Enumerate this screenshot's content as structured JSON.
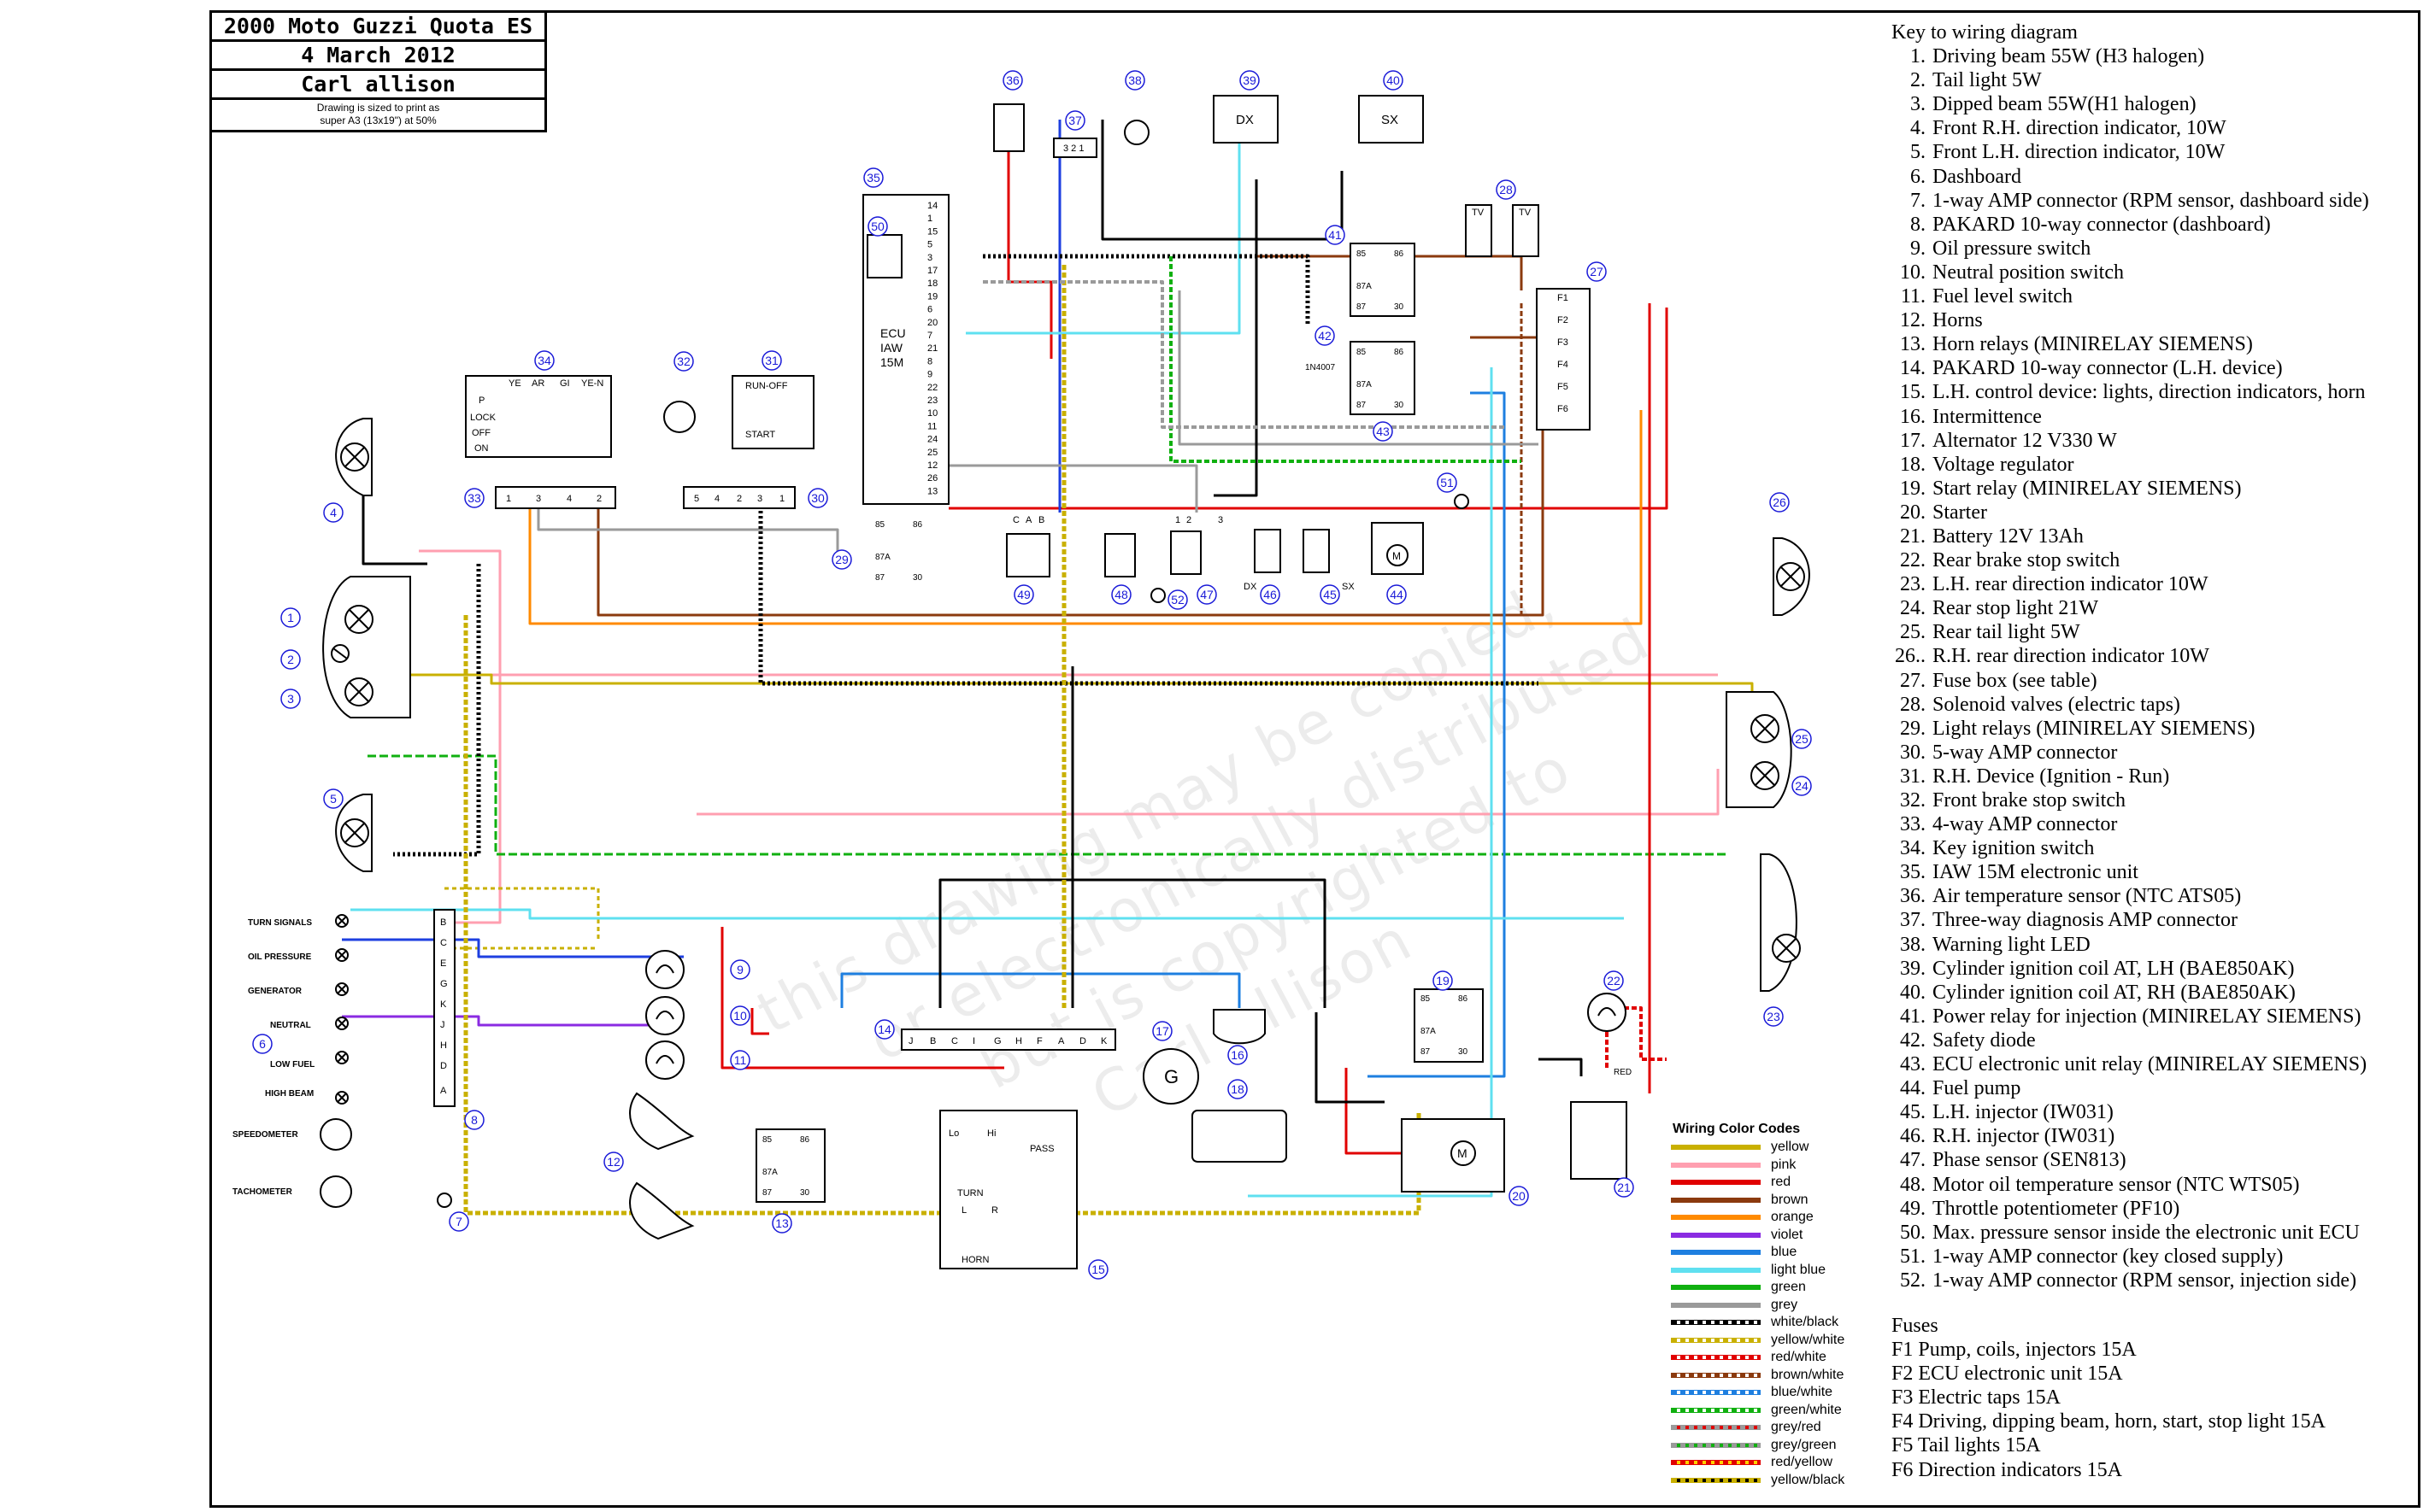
{
  "title_block": {
    "title": "2000 Moto Guzzi Quota ES",
    "date": "4 March 2012",
    "author": "Carl allison",
    "print_note_line1": "Drawing is sized to print as",
    "print_note_line2": "super A3 (13x19\") at 50%"
  },
  "watermark": [
    "this drawing may be copied,",
    "or electronically distributed",
    "but is copyrighted to",
    "Carl allison"
  ],
  "key": {
    "title": "Key to wiring diagram",
    "items": [
      {
        "n": "1.",
        "text": "Driving beam 55W (H3 halogen)"
      },
      {
        "n": "2.",
        "text": "Tail light 5W"
      },
      {
        "n": "3.",
        "text": "Dipped beam 55W(H1 halogen)"
      },
      {
        "n": "4.",
        "text": "Front R.H. direction indicator, 10W"
      },
      {
        "n": "5.",
        "text": "Front L.H. direction indicator, 10W"
      },
      {
        "n": "6.",
        "text": "Dashboard"
      },
      {
        "n": "7.",
        "text": "1-way AMP connector (RPM sensor, dashboard side)"
      },
      {
        "n": "8.",
        "text": "PAKARD 10-way connector (dashboard)"
      },
      {
        "n": "9.",
        "text": "Oil pressure switch"
      },
      {
        "n": "10.",
        "text": "Neutral position switch"
      },
      {
        "n": "11.",
        "text": "Fuel level switch"
      },
      {
        "n": "12.",
        "text": "Horns"
      },
      {
        "n": "13.",
        "text": "Horn relays (MINIRELAY SIEMENS)"
      },
      {
        "n": "14.",
        "text": "PAKARD 10-way connector (L.H. device)"
      },
      {
        "n": "15.",
        "text": "L.H. control device: lights, direction indicators, horn"
      },
      {
        "n": "16.",
        "text": "Intermittence"
      },
      {
        "n": "17.",
        "text": "Alternator 12 V330 W"
      },
      {
        "n": "18.",
        "text": "Voltage regulator"
      },
      {
        "n": "19.",
        "text": "Start relay (MINIRELAY SIEMENS)"
      },
      {
        "n": "20.",
        "text": "Starter"
      },
      {
        "n": "21.",
        "text": "Battery 12V 13Ah"
      },
      {
        "n": "22.",
        "text": "Rear brake stop switch"
      },
      {
        "n": "23.",
        "text": "L.H. rear direction indicator 10W"
      },
      {
        "n": "24.",
        "text": "Rear stop light 21W"
      },
      {
        "n": "25.",
        "text": "Rear tail light 5W"
      },
      {
        "n": "26..",
        "text": "R.H. rear direction indicator 10W"
      },
      {
        "n": "27.",
        "text": "Fuse box (see table)"
      },
      {
        "n": "28.",
        "text": "Solenoid valves (electric taps)"
      },
      {
        "n": "29.",
        "text": "Light relays (MINIRELAY SIEMENS)"
      },
      {
        "n": "30.",
        "text": "5-way AMP connector"
      },
      {
        "n": "31.",
        "text": "R.H. Device (Ignition - Run)"
      },
      {
        "n": "32.",
        "text": "Front brake stop switch"
      },
      {
        "n": "33.",
        "text": "4-way AMP connector"
      },
      {
        "n": "34.",
        "text": "Key ignition switch"
      },
      {
        "n": "35.",
        "text": "IAW 15M electronic unit"
      },
      {
        "n": "36.",
        "text": "Air temperature sensor (NTC ATS05)"
      },
      {
        "n": "37.",
        "text": "Three-way diagnosis AMP connector"
      },
      {
        "n": "38.",
        "text": "Warning light LED"
      },
      {
        "n": "39.",
        "text": "Cylinder ignition coil AT, LH (BAE850AK)"
      },
      {
        "n": "40.",
        "text": "Cylinder ignition coil AT, RH (BAE850AK)"
      },
      {
        "n": "41.",
        "text": "Power relay for injection (MINIRELAY SIEMENS)"
      },
      {
        "n": "42.",
        "text": "Safety diode"
      },
      {
        "n": "43.",
        "text": "ECU electronic unit relay (MINIRELAY SIEMENS)"
      },
      {
        "n": "44.",
        "text": "Fuel pump"
      },
      {
        "n": "45.",
        "text": "L.H. injector (IW031)"
      },
      {
        "n": "46.",
        "text": "R.H. injector (IW031)"
      },
      {
        "n": "47.",
        "text": "Phase sensor (SEN813)"
      },
      {
        "n": "48.",
        "text": "Motor oil temperature sensor (NTC WTS05)"
      },
      {
        "n": "49.",
        "text": "Throttle potentiometer (PF10)"
      },
      {
        "n": "50.",
        "text": "Max. pressure sensor inside the electronic unit ECU"
      },
      {
        "n": "51.",
        "text": "1-way AMP connector (key closed supply)"
      },
      {
        "n": "52.",
        "text": "1-way AMP connector (RPM sensor, injection side)"
      }
    ],
    "fuses_title": "Fuses",
    "fuses": [
      "F1  Pump, coils, injectors 15A",
      "F2  ECU electronic unit 15A",
      "F3 Electric taps 15A",
      "F4  Driving, dipping beam, horn, start, stop light 15A",
      "F5  Tail lights 15A",
      "F6  Direction indicators 15A"
    ]
  },
  "legend": {
    "title": "Wiring  Color  Codes",
    "items": [
      {
        "name": "yellow",
        "c1": "#c9b000",
        "c2": null
      },
      {
        "name": "pink",
        "c1": "#ff9fb0",
        "c2": null
      },
      {
        "name": "red",
        "c1": "#e10000",
        "c2": null
      },
      {
        "name": "brown",
        "c1": "#8b3a0e",
        "c2": null
      },
      {
        "name": "orange",
        "c1": "#ff8a00",
        "c2": null
      },
      {
        "name": "violet",
        "c1": "#8a2be2",
        "c2": null
      },
      {
        "name": "blue",
        "c1": "#1e7fe0",
        "c2": null
      },
      {
        "name": "light blue",
        "c1": "#5fe0f0",
        "c2": null
      },
      {
        "name": "green",
        "c1": "#10b010",
        "c2": null
      },
      {
        "name": "grey",
        "c1": "#9a9a9a",
        "c2": null
      },
      {
        "name": "white/black",
        "c1": "#000000",
        "c2": "#ffffff"
      },
      {
        "name": "yellow/white",
        "c1": "#c9b000",
        "c2": "#ffffff"
      },
      {
        "name": "red/white",
        "c1": "#e10000",
        "c2": "#ffffff"
      },
      {
        "name": "brown/white",
        "c1": "#8b3a0e",
        "c2": "#ffffff"
      },
      {
        "name": "blue/white",
        "c1": "#1e7fe0",
        "c2": "#ffffff"
      },
      {
        "name": "green/white",
        "c1": "#10b010",
        "c2": "#ffffff"
      },
      {
        "name": "grey/red",
        "c1": "#9a9a9a",
        "c2": "#e10000"
      },
      {
        "name": "grey/green",
        "c1": "#9a9a9a",
        "c2": "#10b010"
      },
      {
        "name": "red/yellow",
        "c1": "#e10000",
        "c2": "#ffd000"
      },
      {
        "name": "yellow/black",
        "c1": "#c9b000",
        "c2": "#000000"
      }
    ]
  },
  "diagram": {
    "callouts": [
      "1",
      "2",
      "3",
      "4",
      "5",
      "6",
      "7",
      "8",
      "9",
      "10",
      "11",
      "12",
      "13",
      "14",
      "15",
      "16",
      "17",
      "18",
      "19",
      "20",
      "21",
      "22",
      "23",
      "24",
      "25",
      "26",
      "27",
      "28",
      "29",
      "30",
      "31",
      "32",
      "33",
      "34",
      "35",
      "36",
      "37",
      "38",
      "39",
      "40",
      "41",
      "42",
      "43",
      "44",
      "45",
      "46",
      "47",
      "48",
      "49",
      "50",
      "51",
      "52"
    ],
    "dash_labels": [
      "TURN SIGNALS",
      "OIL PRESSURE",
      "GENERATOR",
      "NEUTRAL",
      "LOW FUEL",
      "HIGH BEAM",
      "SPEEDOMETER",
      "TACHOMETER"
    ],
    "pakard8_pins": [
      "B",
      "C",
      "E",
      "G",
      "K",
      "J",
      "H",
      "D",
      "A"
    ],
    "pakard14_pins": [
      "J",
      "B",
      "C",
      "I",
      "G",
      "H",
      "F",
      "A",
      "D",
      "K"
    ],
    "key_switch": {
      "headers": [
        "YE",
        "AR",
        "GI",
        "YE-N"
      ],
      "rows": [
        "P",
        "LOCK",
        "OFF",
        "ON"
      ]
    },
    "ecu_label": [
      "ECU",
      "IAW",
      "15M"
    ],
    "ecu_pins": [
      "14",
      "1",
      "15",
      "5",
      "3",
      "17",
      "18",
      "19",
      "6",
      "20",
      "7",
      "21",
      "8",
      "9",
      "22",
      "23",
      "10",
      "11",
      "24",
      "25",
      "12",
      "26",
      "13"
    ],
    "coil_labels": [
      "DX",
      "SX"
    ],
    "fuse_labels": [
      "F1",
      "F2",
      "F3",
      "F4",
      "F5",
      "F6"
    ],
    "run_off": [
      "RUN-OFF",
      "START"
    ],
    "diode": "1N4007",
    "battery_tag": "RED",
    "relay_pins": [
      "85",
      "86",
      "87A",
      "87",
      "30"
    ],
    "device15": [
      "Lo",
      "Hi",
      "PASS",
      "TURN",
      "L",
      "R",
      "HORN"
    ],
    "diag_conn": "3 2 1",
    "alt_letter": "G",
    "pump_letter": "M",
    "injector_tags": [
      "DX",
      "SX"
    ],
    "phase_pins": [
      "1",
      "2",
      "3"
    ],
    "pot_pins": [
      "C",
      "A",
      "B"
    ],
    "conn_pins_4": [
      "1",
      "3",
      "4",
      "2"
    ],
    "conn_pins_5": [
      "5",
      "4",
      "2",
      "3",
      "1"
    ],
    "tv": [
      "TV",
      "TV"
    ]
  }
}
